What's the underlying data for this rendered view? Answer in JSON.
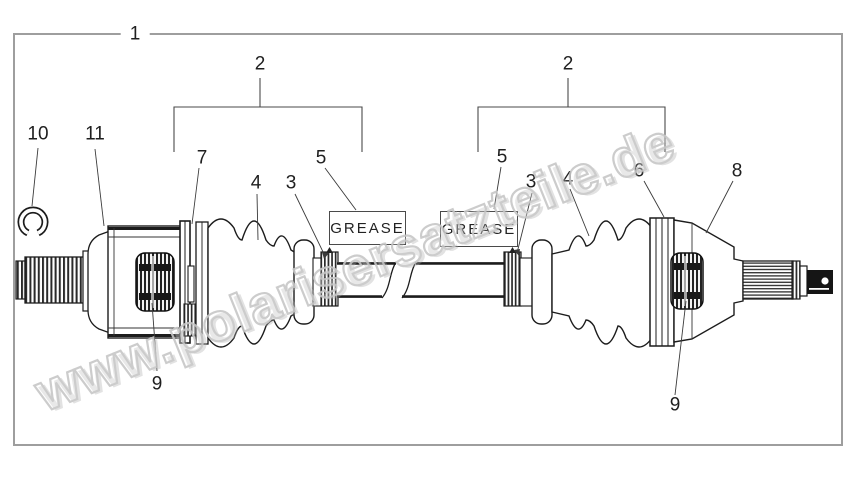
{
  "frame": {
    "label": "1"
  },
  "callouts": [
    {
      "part": "1"
    },
    {
      "part": "2"
    },
    {
      "part": "2"
    },
    {
      "part": "10"
    },
    {
      "part": "11"
    },
    {
      "part": "7"
    },
    {
      "part": "4"
    },
    {
      "part": "3"
    },
    {
      "part": "5"
    },
    {
      "part": "5"
    },
    {
      "part": "3"
    },
    {
      "part": "4"
    },
    {
      "part": "6"
    },
    {
      "part": "8"
    },
    {
      "part": "9"
    },
    {
      "part": "9"
    }
  ],
  "grease": {
    "left": "GREASE",
    "right": "GREASE"
  },
  "watermark": {
    "text": "www.polarisersatzteile.de"
  },
  "colors": {
    "line": "#1c1c1c",
    "frame_border": "#9e9e9e",
    "watermark": "#c7c7c7",
    "background": "#ffffff"
  }
}
